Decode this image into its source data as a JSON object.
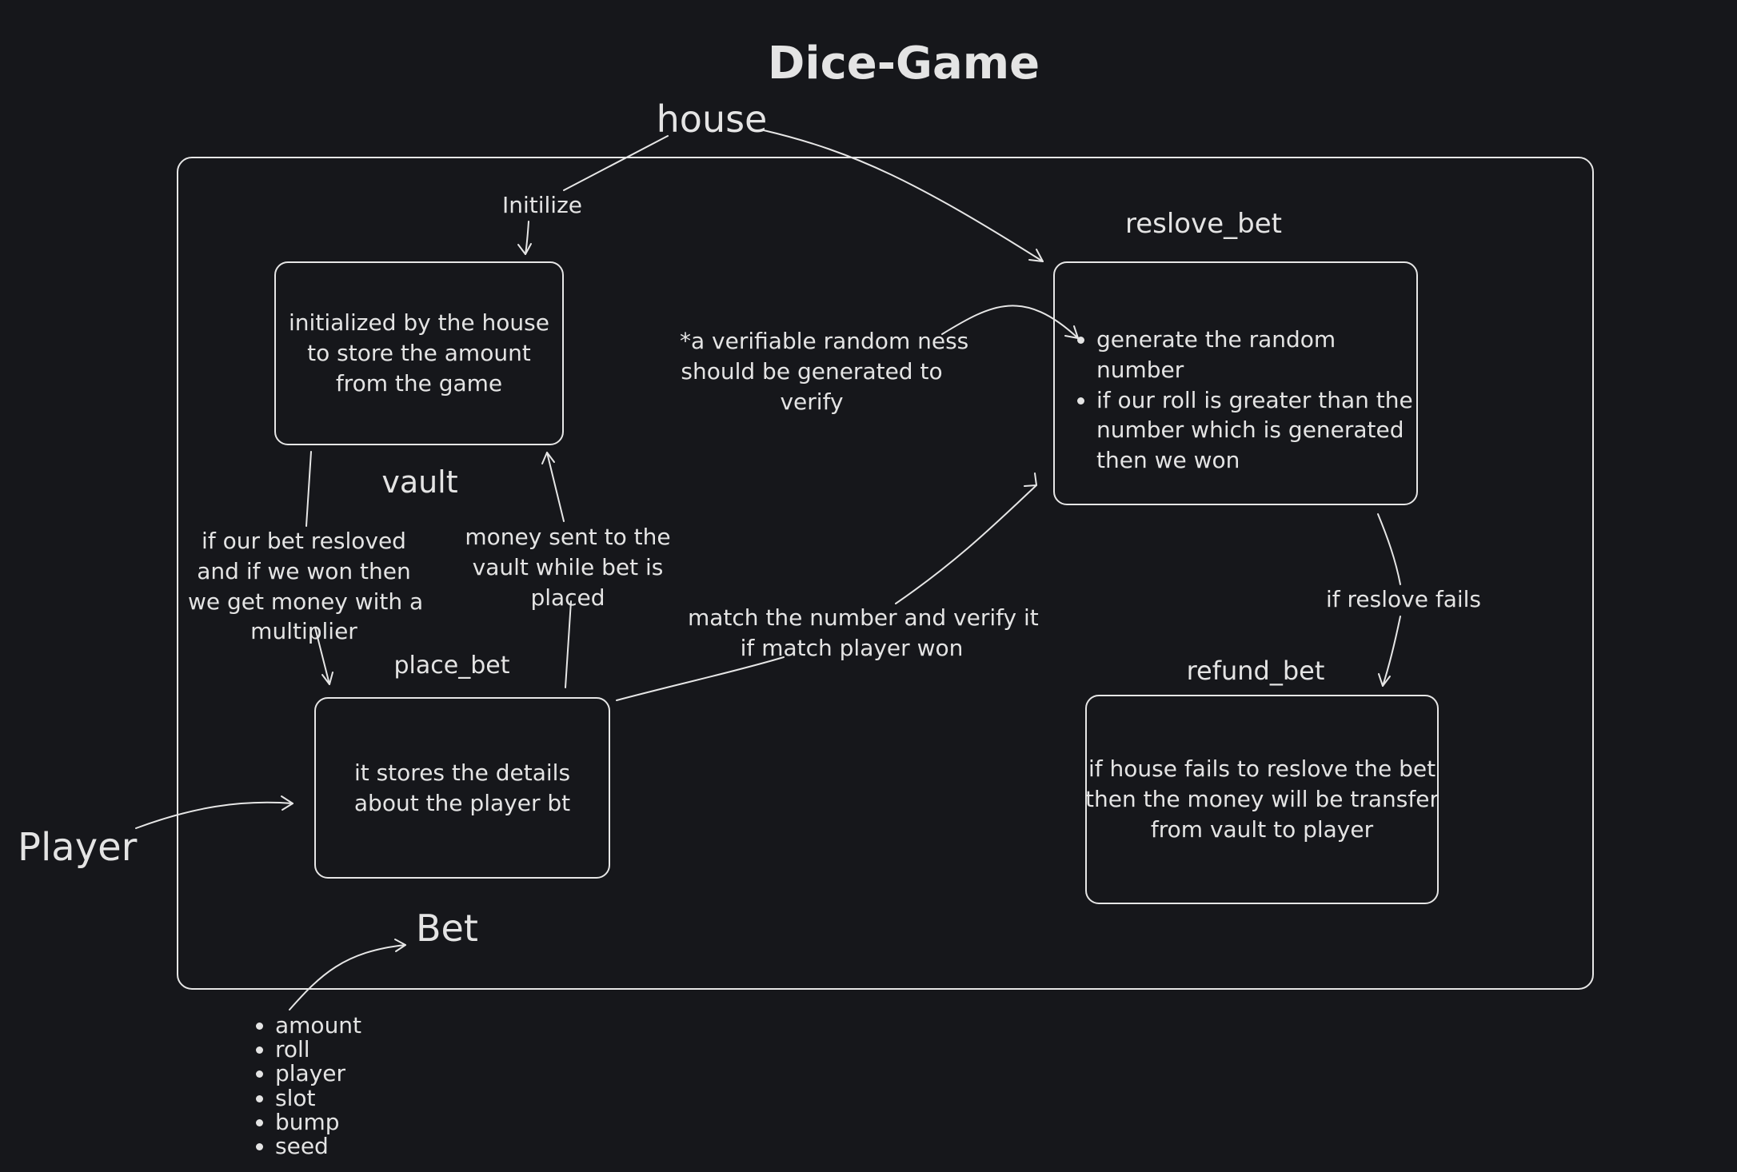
{
  "title": "Dice-Game",
  "actors": {
    "house": "house",
    "player": "Player"
  },
  "nodes": {
    "vault": {
      "label": "vault",
      "lines": [
        "initialized by the house",
        "to store the amount",
        "from the game"
      ]
    },
    "place_bet": {
      "label": "place_bet",
      "lines": [
        "it stores the details",
        "about the player bt"
      ]
    },
    "reslove_bet": {
      "label": "reslove_bet",
      "bullets": [
        "generate the random number",
        "if our roll is greater than the number which is generated then we won"
      ]
    },
    "refund_bet": {
      "label": "refund_bet",
      "lines": [
        "if house fails to reslove the bet",
        "then the money will be transfer",
        "from vault to player"
      ]
    }
  },
  "edges": {
    "initilize": "Initilize",
    "randomness": [
      "*a verifiable random ness",
      "should be generated to",
      "verify"
    ],
    "vault_to_bet": [
      "if our bet resloved",
      "and if we won then",
      "we get money with a",
      "multiplier"
    ],
    "bet_to_vault": [
      "money sent to the",
      "vault while bet is",
      "placed"
    ],
    "match": [
      "match the number and verify it",
      "if match player won"
    ],
    "reslove_fails": "if reslove fails"
  },
  "bet": {
    "label": "Bet",
    "fields": [
      "amount",
      "roll",
      "player",
      "slot",
      "bump",
      "seed"
    ]
  },
  "colors": {
    "background": "#16171b",
    "stroke": "#e6e6e6"
  }
}
